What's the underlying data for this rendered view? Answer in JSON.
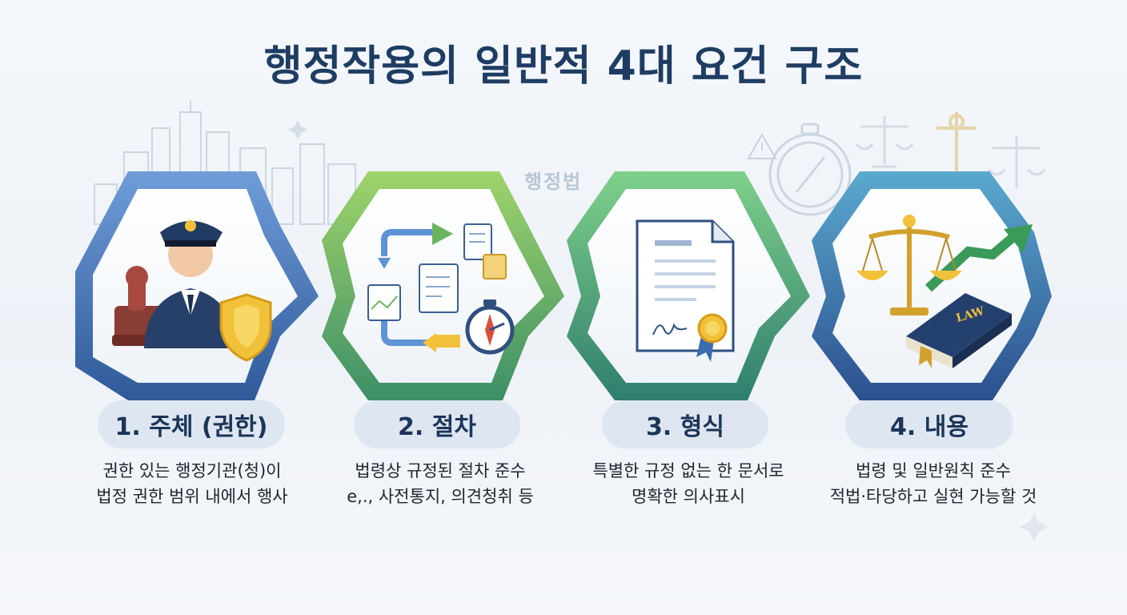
{
  "title": "행정작용의 일반적 4대 요건 구조",
  "watermark": "행정법",
  "colors": {
    "title": "#1f3d63",
    "blue_frame": "#3a6fb0",
    "green_frame": "#4aa36a",
    "label_bg": "#dde6f1"
  },
  "steps": [
    {
      "label": "1. 주체 (권한)",
      "lines": [
        "권한 있는 행정기관(청)이",
        "법정 권한 범위 내에서 행사"
      ],
      "icon": "officer-shield-stamp-icon"
    },
    {
      "label": "2. 절차",
      "lines": [
        "법령상 규정된 절차 준수",
        "e,., 사전통지, 의견청취 등"
      ],
      "icon": "procedure-flow-stopwatch-icon"
    },
    {
      "label": "3. 형식",
      "lines": [
        "특별한 규정 없는 한 문서로",
        "명확한 의사표시"
      ],
      "icon": "signed-document-seal-icon"
    },
    {
      "label": "4. 내용",
      "lines": [
        "법령 및 일반원칙 준수",
        "적법·타당하고 실현 가능할 것"
      ],
      "icon": "scales-law-book-icon"
    }
  ]
}
